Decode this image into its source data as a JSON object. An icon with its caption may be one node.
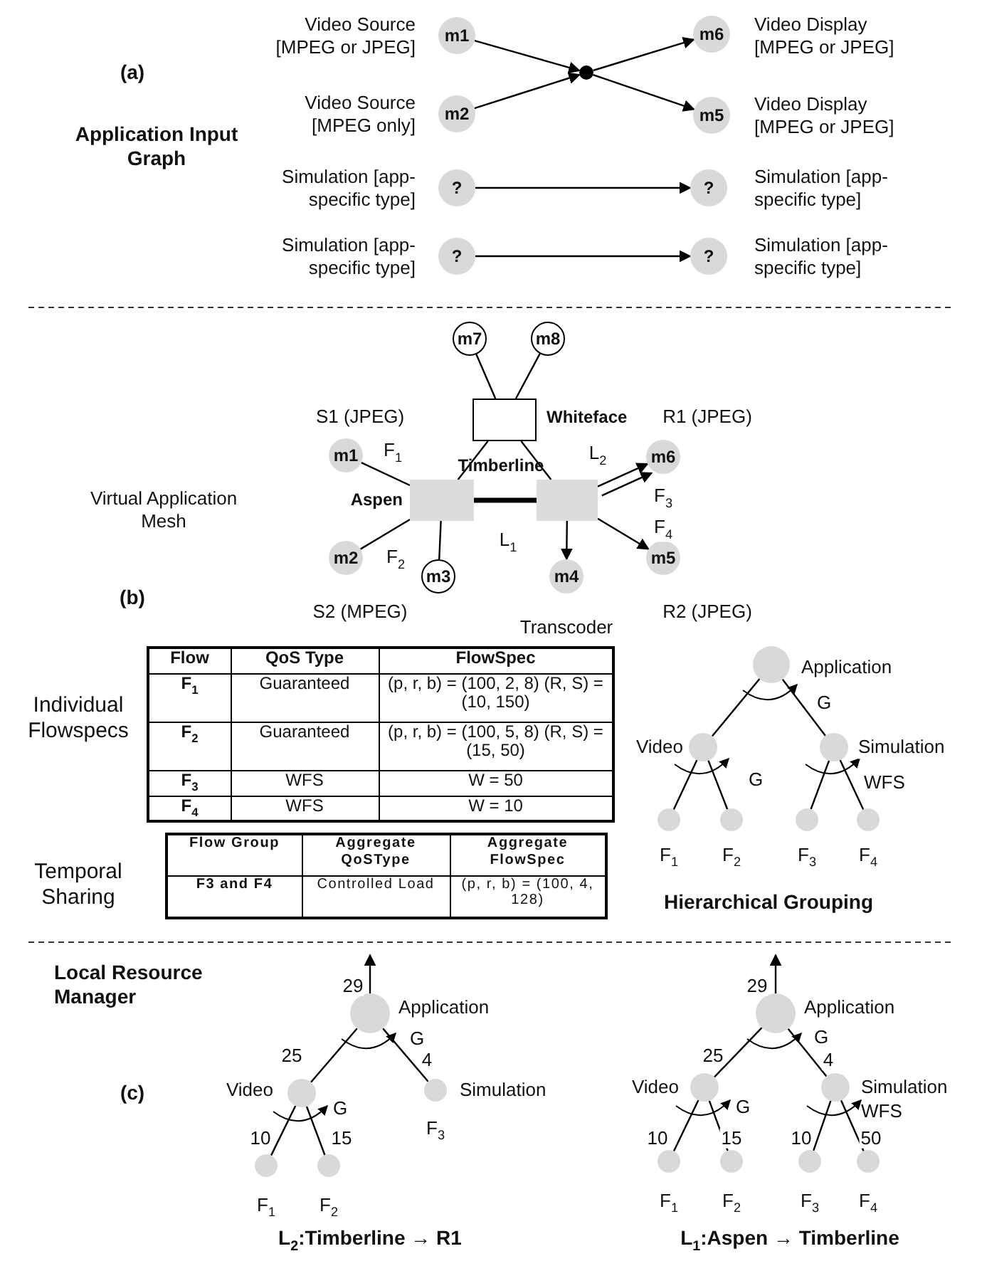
{
  "diagram": {
    "nodes": [
      {
        "text": [
          "m1"
        ],
        "beside": [
          "Video Source [MPEG or JPEG]"
        ]
      },
      {
        "text": [
          "m2"
        ],
        "beside": [
          "Video Source [MPEG only]"
        ]
      },
      {
        "text": [],
        "shape": "circle"
      },
      {
        "text": [
          "m6"
        ],
        "beside": [
          "Video Display [MPEG or JPEG]"
        ]
      },
      {
        "text": [
          "m5"
        ],
        "beside": [
          "Video Display [MPEG or JPEG]"
        ]
      },
      {
        "text": [
          "?"
        ],
        "beside": [
          "Simulation [app-specific type]"
        ]
      },
      {
        "text": [
          "?"
        ],
        "beside": [
          "Simulation [app-specific type]"
        ]
      },
      {
        "text": [
          "?"
        ],
        "beside": [
          "Simulation [app-specific type]"
        ]
      },
      {
        "text": [
          "?"
        ],
        "beside": [
          "Simulation [app-specific type]"
        ]
      },
      {
        "text": [
          "m7"
        ]
      },
      {
        "text": [
          "m8"
        ]
      },
      {
        "text": [],
        "shape": "box",
        "beside": [
          "Whiteface"
        ]
      },
      {
        "text": [],
        "shape": "box",
        "beside": [
          "Aspen"
        ]
      },
      {
        "text": [],
        "shape": "box",
        "beside": [
          "Timberline"
        ]
      },
      {
        "text": [
          "m1"
        ],
        "beside": [
          "S1 (JPEG)"
        ]
      },
      {
        "text": [
          "m2"
        ],
        "beside": [
          "S2 (MPEG)"
        ]
      },
      {
        "text": [
          "m3"
        ]
      },
      {
        "text": [
          "m4"
        ],
        "beside": [
          "Transcoder"
        ]
      },
      {
        "text": [
          "m6"
        ],
        "beside": [
          "R1 (JPEG)"
        ]
      },
      {
        "text": [
          "m5"
        ],
        "beside": [
          "R2 (JPEG)"
        ]
      },
      {
        "text": [
          "Application"
        ],
        "beside": [
          "G"
        ]
      },
      {
        "text": [
          "Video"
        ],
        "beside": [
          "G"
        ]
      },
      {
        "text": [
          "Simulation"
        ],
        "beside": [
          "WFS"
        ]
      },
      {
        "text": [
          "F$_{1}$"
        ]
      },
      {
        "text": [
          "F$_{2}$"
        ]
      },
      {
        "text": [
          "F$_{3}$"
        ]
      },
      {
        "text": [
          "F$_{4}$"
        ]
      },
      {
        "text": [
          "Application"
        ],
        "beside": [
          "G"
        ]
      },
      {
        "text": [
          "Video"
        ],
        "beside": [
          "G"
        ]
      },
      {
        "text": [
          "Simulation",
          "F$_{3}$"
        ]
      },
      {
        "text": [
          "F$_{1}$"
        ]
      },
      {
        "text": [
          "F$_{2}$"
        ]
      },
      {
        "text": [
          "Application"
        ],
        "beside": [
          "G"
        ]
      },
      {
        "text": [
          "Video"
        ],
        "beside": [
          "G"
        ]
      },
      {
        "text": [
          "Simulation"
        ],
        "beside": [
          "WFS"
        ]
      },
      {
        "text": [
          "F$_{1}$"
        ]
      },
      {
        "text": [
          "F$_{2}$"
        ]
      },
      {
        "text": [
          "F$_{3}$"
        ]
      },
      {
        "text": [
          "F$_{4}$"
        ]
      }
    ],
    "edges": [
      {
        "from": 0,
        "to": 2,
        "arrow": "to"
      },
      {
        "from": 1,
        "to": 2,
        "arrow": "to"
      },
      {
        "from": 2,
        "to": 3,
        "arrow": "to"
      },
      {
        "from": 2,
        "to": 4,
        "arrow": "to"
      },
      {
        "from": 5,
        "to": 6,
        "arrow": "to"
      },
      {
        "from": 7,
        "to": 8,
        "arrow": "to"
      },
      {
        "from": 9,
        "to": 11,
        "arrow": "none"
      },
      {
        "from": 10,
        "to": 11,
        "arrow": "none"
      },
      {
        "from": 11,
        "to": 12,
        "arrow": "none"
      },
      {
        "from": 11,
        "to": 13,
        "arrow": "none"
      },
      {
        "from": 14,
        "to": 12,
        "arrow": "none",
        "label": "F$_{1}$"
      },
      {
        "from": 15,
        "to": 12,
        "arrow": "none",
        "label": "F$_{2}$"
      },
      {
        "from": 12,
        "to": 13,
        "arrow": "none",
        "label": "L$_{1}$",
        "style": "thick"
      },
      {
        "from": 12,
        "to": 16,
        "arrow": "none"
      },
      {
        "from": 13,
        "to": 17,
        "arrow": "to"
      },
      {
        "from": 13,
        "to": 18,
        "arrow": "to",
        "label": "L$_{2}$"
      },
      {
        "from": 13,
        "to": 18,
        "arrow": "to",
        "label": "F$_{3}$"
      },
      {
        "from": 13,
        "to": 19,
        "arrow": "to",
        "label": "F$_{4}$"
      },
      {
        "from": 20,
        "to": 21,
        "arrow": "none"
      },
      {
        "from": 20,
        "to": 22,
        "arrow": "none"
      },
      {
        "from": 21,
        "to": 23,
        "arrow": "none"
      },
      {
        "from": 21,
        "to": 24,
        "arrow": "none"
      },
      {
        "from": 22,
        "to": 25,
        "arrow": "none"
      },
      {
        "from": 22,
        "to": 26,
        "arrow": "none"
      },
      {
        "from": 27,
        "to": null,
        "arrow": "to",
        "label": "29"
      },
      {
        "from": 27,
        "to": 28,
        "arrow": "none",
        "label": "25"
      },
      {
        "from": 27,
        "to": 29,
        "arrow": "none",
        "label": "4"
      },
      {
        "from": 28,
        "to": 30,
        "arrow": "none",
        "label": "10"
      },
      {
        "from": 28,
        "to": 31,
        "arrow": "none",
        "label": "15"
      },
      {
        "from": 32,
        "to": null,
        "arrow": "to",
        "label": "29"
      },
      {
        "from": 32,
        "to": 33,
        "arrow": "none",
        "label": "25"
      },
      {
        "from": 32,
        "to": 34,
        "arrow": "none",
        "label": "4"
      },
      {
        "from": 33,
        "to": 35,
        "arrow": "none",
        "label": "10"
      },
      {
        "from": 33,
        "to": 36,
        "arrow": "none",
        "label": "15"
      },
      {
        "from": 34,
        "to": 37,
        "arrow": "none",
        "label": "10"
      },
      {
        "from": 34,
        "to": 38,
        "arrow": "none",
        "label": "50"
      }
    ],
    "labels": [
      "(a)",
      "Application Input Graph",
      "Virtual Application Mesh",
      "(b)",
      "Individual Flowspecs",
      "Flow",
      "QoS Type",
      "FlowSpec",
      "F$_{1}$",
      "Guaranteed",
      "(p, r, b) = (100, 2, 8) (R, S) = (10, 150)",
      "F$_{2}$",
      "Guaranteed",
      "(p, r, b) = (100, 5, 8) (R, S) = (15, 50)",
      "F$_{3}$",
      "WFS",
      "W = 50",
      "F$_{4}$",
      "WFS",
      "W = 10",
      "Temporal Sharing",
      "Flow Group",
      "Aggregate QoSType",
      "Aggregate FlowSpec",
      "F3 and F4",
      "Controlled Load",
      "(p, r, b) = (100, 4, 128)",
      "Hierarchical Grouping",
      "Local Resource Manager",
      "(c)",
      "L$_{2}$:Timberline → R1",
      "L$_{1}$:Aspen → Timberline"
    ]
  }
}
